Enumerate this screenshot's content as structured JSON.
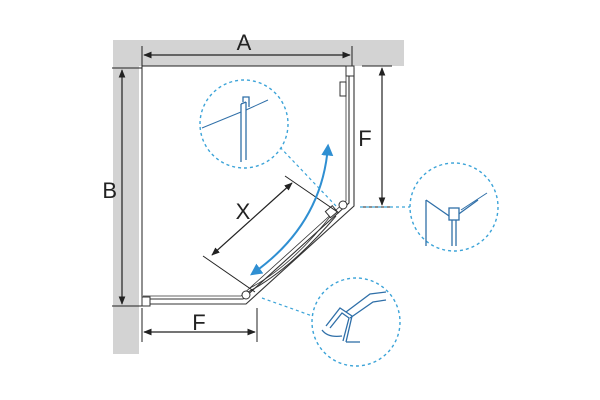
{
  "labels": {
    "a": "A",
    "b": "B",
    "f_right": "F",
    "f_bottom": "F",
    "x": "X"
  },
  "colors": {
    "wall": "#d3d3d3",
    "line": "#222222",
    "accent": "#2f8fd2",
    "detail_circle": "#3ba3d8"
  },
  "icons": {
    "hinge_detail": "glass-hinge-icon",
    "corner_detail": "corner-profile-icon",
    "seal_detail": "bottom-seal-icon"
  }
}
